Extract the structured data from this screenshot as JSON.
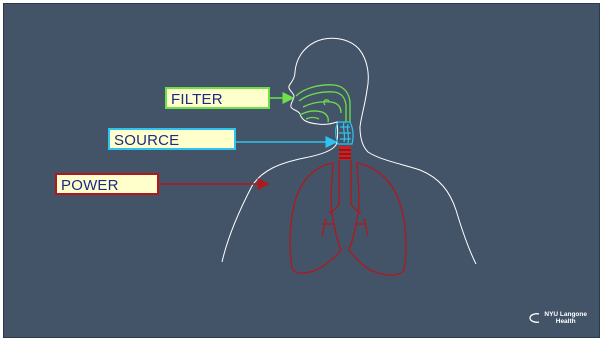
{
  "slide": {
    "background_color": "#435469"
  },
  "labels": {
    "filter": {
      "text": "FILTER",
      "color": "#6ee04a"
    },
    "source": {
      "text": "SOURCE",
      "color": "#2ec4f0"
    },
    "power": {
      "text": "POWER",
      "color": "#b0181c"
    }
  },
  "branding": {
    "line1": "NYU Langone",
    "line2": "Health"
  }
}
